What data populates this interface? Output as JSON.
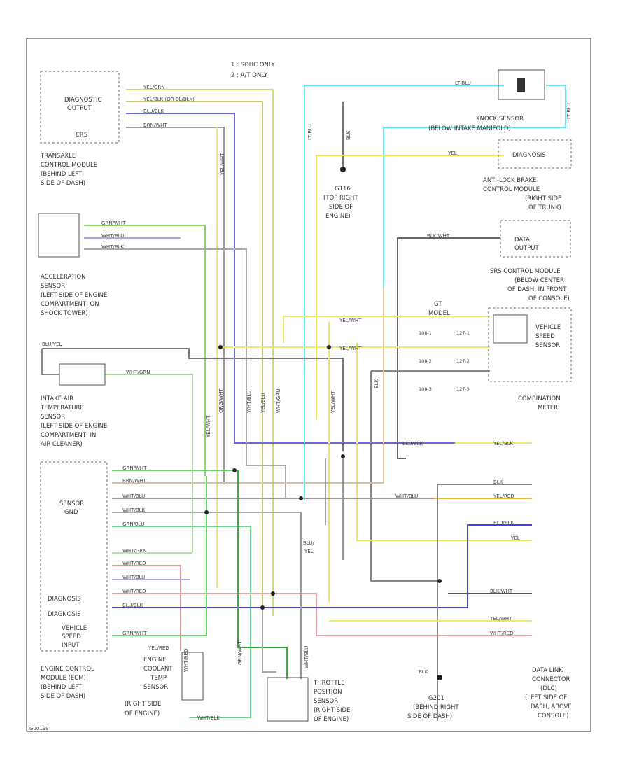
{
  "notes": [
    "1 : SOHC ONLY",
    "2 : A/T ONLY"
  ],
  "components": {
    "diagnostic_output": {
      "label": [
        "DIAGNOSTIC",
        "OUTPUT"
      ],
      "sub": "CRS"
    },
    "tcm": {
      "label": [
        "TRANSAXLE",
        "CONTROL MODULE",
        "(BEHIND LEFT",
        "SIDE OF DASH)"
      ]
    },
    "accel_sensor": {
      "label": [
        "ACCELERATION",
        "SENSOR",
        "(LEFT SIDE OF ENGINE",
        "COMPARTMENT, ON",
        "SHOCK TOWER)"
      ]
    },
    "iat_sensor": {
      "label": [
        "INTAKE AIR",
        "TEMPERATURE",
        "SENSOR",
        "(LEFT SIDE OF ENGINE",
        "COMPARTMENT, IN",
        "AIR CLEANER)"
      ]
    },
    "ecm": {
      "label": [
        "ENGINE CONTROL",
        "MODULE (ECM)",
        "(BEHIND LEFT",
        "SIDE OF DASH)"
      ],
      "sensor_gnd": [
        "SENSOR",
        "GND"
      ],
      "diag1": "DIAGNOSIS",
      "diag2": "DIAGNOSIS",
      "vss_input": [
        "VEHICLE",
        "SPEED",
        "INPUT"
      ]
    },
    "ect_sensor": {
      "label": [
        "ENGINE",
        "COOLANT",
        "TEMP",
        "SENSOR",
        "(RIGHT SIDE",
        "OF ENGINE)"
      ]
    },
    "tps": {
      "label": [
        "THROTTLE",
        "POSITION",
        "SENSOR",
        "(RIGHT SIDE",
        "OF ENGINE)"
      ]
    },
    "knock_sensor": {
      "label": [
        "KNOCK SENSOR",
        "(BELOW INTAKE MANIFOLD)"
      ]
    },
    "g116": {
      "label": [
        "G116",
        "(TOP RIGHT",
        "SIDE OF",
        "ENGINE)"
      ]
    },
    "abs_module": {
      "box": "DIAGNOSIS",
      "label": [
        "ANTI-LOCK BRAKE",
        "CONTROL MODULE",
        "(RIGHT SIDE",
        "OF TRUNK)"
      ]
    },
    "srs_module": {
      "box": [
        "DATA",
        "OUTPUT"
      ],
      "label": [
        "SRS CONTROL MODULE",
        "(BELOW CENTER",
        "OF DASH, IN FRONT",
        "OF CONSOLE)"
      ]
    },
    "vss": {
      "label": [
        "VEHICLE",
        "SPEED",
        "SENSOR"
      ]
    },
    "combination_meter": {
      "label": [
        "COMBINATION",
        "METER"
      ],
      "model": [
        "GT",
        "MODEL"
      ],
      "pins": [
        "108-1",
        "127-1",
        "108-2",
        "127-2",
        "108-3",
        "127-3"
      ]
    },
    "g201": {
      "label": [
        "G201",
        "(BEHIND RIGHT",
        "SIDE OF DASH)"
      ]
    },
    "dlc": {
      "label": [
        "DATA LINK",
        "CONNECTOR",
        "(DLC)",
        "(LEFT SIDE OF",
        "DASH, ABOVE",
        "CONSOLE)"
      ]
    }
  },
  "wire_labels": {
    "yel_grn": "YEL/GRN",
    "yel_blk_bl_blk": "YEL/BLK (OR BL/BLK)",
    "blu_blk_top": "BLU/BLK",
    "brn_wht_top": "BRN/WHT",
    "lt_blu_1": "LT BLU",
    "lt_blu_2": "LT BLU",
    "lt_blu_3": "LT BLU",
    "yel_abs": "YEL",
    "blk_g116": "BLK",
    "yel_wht_v": "YEL/WHT",
    "grn_wht_acc": "GRN/WHT",
    "wht_blu_acc1": "WHT/BLU",
    "wht_blk_acc": "WHT/BLK",
    "blu_yel": "BLU/YEL",
    "wht_grn_iat": "WHT/GRN",
    "blk_wht_srs": "BLK/WHT",
    "yel_wht_m1": "YEL/WHT",
    "yel_wht_m2": "YEL/WHT",
    "blk_meter": "BLK",
    "org_wht_v": "ORG/WHT",
    "yel_wht_v2": "YEL/WHT",
    "wht_blu_v": "WHT/BLU",
    "yel_blu_v": "YEL/BLU",
    "wht_grn_v": "WHT/GRN",
    "yel_wht_v3": "YEL/WHT",
    "blu_blk_mid": "BLU/BLK",
    "yel_blk_dlc": "YEL/BLK",
    "ecm_1": "GRN/WHT",
    "ecm_2": "BRN/WHT",
    "ecm_3": "WHT/BLU",
    "ecm_4": "WHT/BLK",
    "ecm_5": "GRN/BLU",
    "ecm_6": "WHT/GRN",
    "ecm_7": "WHT/RED",
    "ecm_8": "WHT/BLU",
    "ecm_9": "WHT/RED",
    "ecm_10": "BLU/BLK",
    "ecm_11": "GRN/WHT",
    "wht_blu_center": "WHT/BLU",
    "yel_red_dlc": "YEL/RED",
    "blk_dlc": "BLK",
    "blu_blk_dlc": "BLU/BLK",
    "yel_dlc": "YEL",
    "blk_wht_dlc": "BLK/WHT",
    "yel_wht_dlc": "YEL/WHT",
    "wht_red_dlc": "WHT/RED",
    "yel_red_ect": "YEL/RED",
    "wht_blk_ect": "WHT/BLK",
    "blu_yel_mid": [
      "BLU/",
      "YEL"
    ],
    "blk_g201": "BLK",
    "grn_wht_v": "GRN/WHT",
    "wht_red_v": "WHT/RED",
    "wht_blu_tps": "WHT/BLU"
  },
  "page_code": "G00199"
}
